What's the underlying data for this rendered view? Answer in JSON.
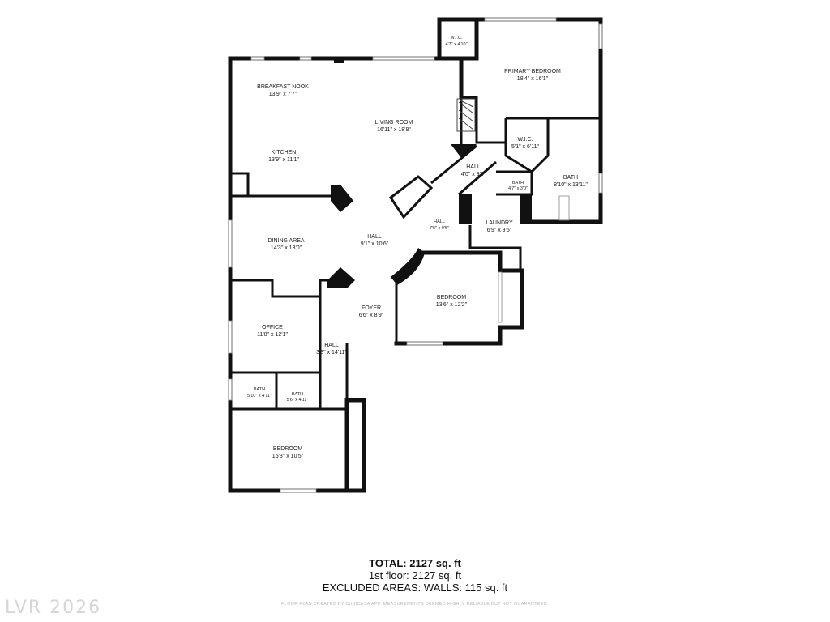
{
  "rooms": {
    "breakfast_nook": {
      "name": "BREAKFAST NOOK",
      "dim": "13'9\" x 7'7\""
    },
    "kitchen": {
      "name": "KITCHEN",
      "dim": "13'9\" x 11'1\""
    },
    "living_room": {
      "name": "LIVING ROOM",
      "dim": "16'11\" x 18'8\""
    },
    "primary_bedroom": {
      "name": "PRIMARY BEDROOM",
      "dim": "18'4\" x 16'1\""
    },
    "wic_top": {
      "name": "W.I.C.",
      "dim": "4'7\" x 4'10\""
    },
    "wic_mid": {
      "name": "W.I.C.",
      "dim": "5'1\" x 6'11\""
    },
    "hall_upper": {
      "name": "HALL",
      "dim": "4'0\" x 9'9\""
    },
    "bath_primary": {
      "name": "BATH",
      "dim": "8'10\" x 13'11\""
    },
    "bath_small": {
      "name": "BATH",
      "dim": "4'7\" x 3'0\""
    },
    "hall_mid": {
      "name": "HALL",
      "dim": "7'5\" x 9'5\""
    },
    "laundry": {
      "name": "LAUNDRY",
      "dim": "6'9\" x 9'5\""
    },
    "dining_area": {
      "name": "DINING AREA",
      "dim": "14'3\" x 13'0\""
    },
    "hall_center": {
      "name": "HALL",
      "dim": "9'1\" x 10'6\""
    },
    "bedroom_right": {
      "name": "BEDROOM",
      "dim": "13'6\" x 12'2\""
    },
    "foyer": {
      "name": "FOYER",
      "dim": "6'6\" x 8'9\""
    },
    "office": {
      "name": "OFFICE",
      "dim": "11'8\" x 12'1\""
    },
    "hall_lower": {
      "name": "HALL",
      "dim": "3'3\" x 14'11\""
    },
    "bath_left": {
      "name": "BATH",
      "dim": "5'10\" x 4'11\""
    },
    "bath_center": {
      "name": "BATH",
      "dim": "5'6\" x 4'11\""
    },
    "bedroom_bottom": {
      "name": "BEDROOM",
      "dim": "15'3\" x 10'5\""
    }
  },
  "summary": {
    "total": "TOTAL: 2127 sq. ft",
    "floor": "1st floor: 2127 sq. ft",
    "excluded": "EXCLUDED AREAS: WALLS: 115 sq. ft"
  },
  "disclaimer": "FLOOR PLAN CREATED BY CUBICASA APP. MEASUREMENTS DEEMED HIGHLY RELIABLE BUT NOT GUARANTEED.",
  "watermark": "LVR 2026"
}
